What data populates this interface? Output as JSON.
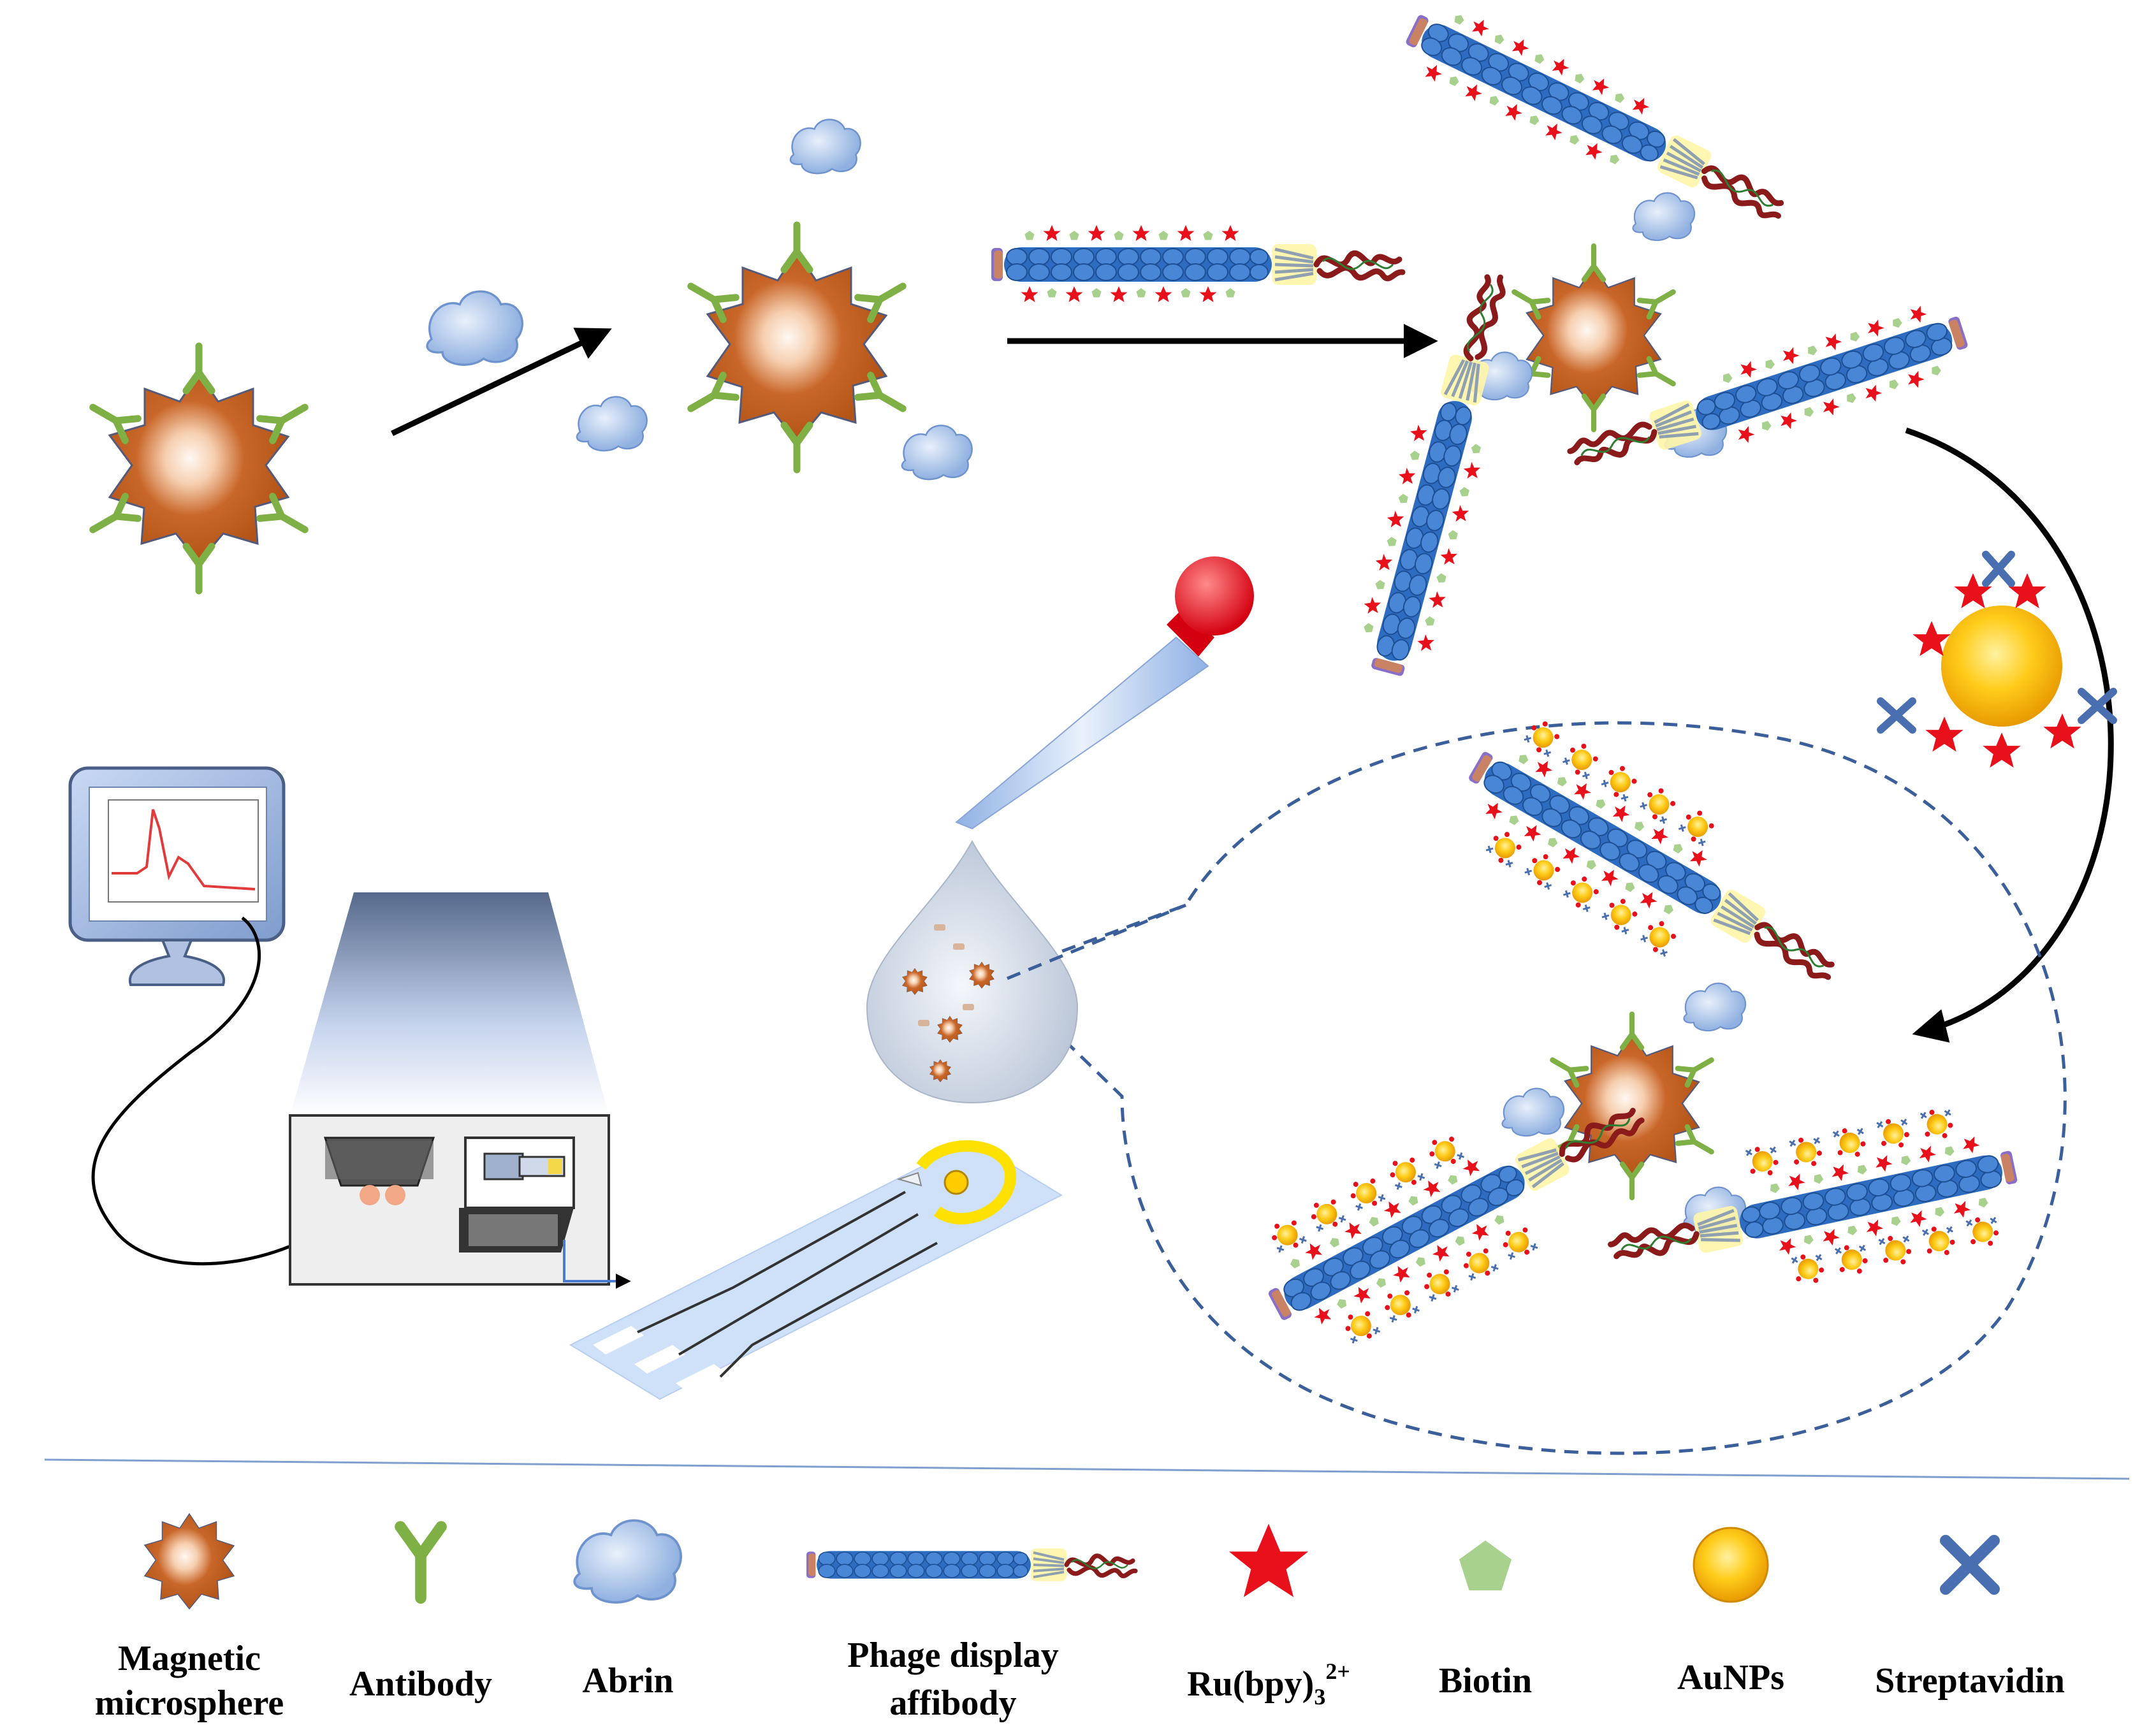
{
  "colors": {
    "microsphere": "#b85a1a",
    "microsphere_core": "#fbe6d6",
    "antibody": "#7fb046",
    "abrin": "#9db8e4",
    "phage_body": "#2d6cc0",
    "star": "#e8101a",
    "biotin": "#a9d18e",
    "aunp": "#f5b800",
    "streptavidin": "#4a6fb0",
    "divider": "#7f9fcf",
    "dashed": "#3a5f9a",
    "arrow": "#000000"
  },
  "icons": [
    "magnetic-microsphere-icon",
    "antibody-icon",
    "abrin-icon",
    "phage-display-affibody-icon",
    "ru-bpy-star-icon",
    "biotin-pentagon-icon",
    "aunp-sphere-icon",
    "streptavidin-cross-icon",
    "monitor-icon",
    "instrument-icon",
    "electrode-chip-icon",
    "dropper-icon",
    "droplet-icon"
  ],
  "legend": {
    "magnetic_microsphere_line1": "Magnetic",
    "magnetic_microsphere_line2": "microsphere",
    "antibody": "Antibody",
    "abrin": "Abrin",
    "phage_line1": "Phage display",
    "phage_line2": "affibody",
    "ru_main": "Ru(bpy)",
    "ru_sub": "3",
    "ru_sup": "2+",
    "biotin": "Biotin",
    "aunps": "AuNPs",
    "streptavidin": "Streptavidin"
  }
}
